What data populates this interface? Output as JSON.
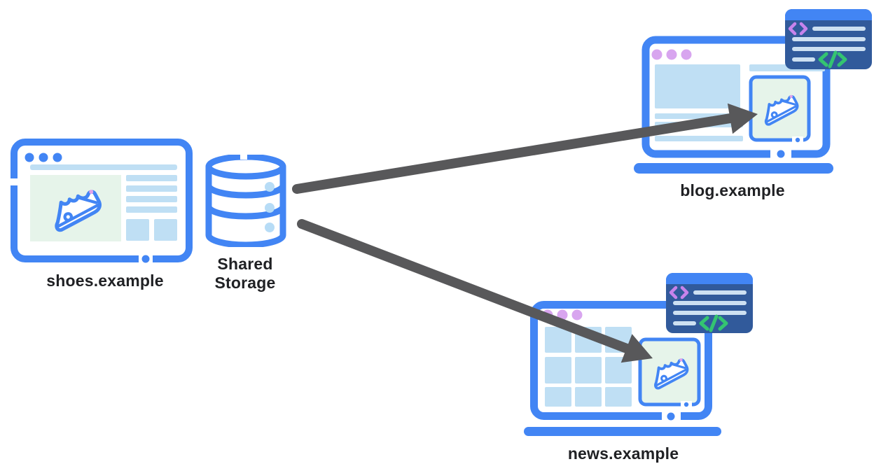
{
  "labels": {
    "publisher": "shoes.example",
    "storage_line1": "Shared",
    "storage_line2": "Storage",
    "blog": "blog.example",
    "news": "news.example"
  },
  "icons": {
    "database": "database-cylinder-icon",
    "sneaker": "sneaker-shoe-icon",
    "code_card": "code-snippet-icon",
    "window_dots": "window-control-dots",
    "arrow": "data-flow-arrow"
  },
  "arrows": [
    {
      "from": "Shared Storage",
      "to": "blog.example"
    },
    {
      "from": "Shared Storage",
      "to": "news.example"
    }
  ],
  "colors": {
    "frame_blue": "#4285f4",
    "content_blue": "#bfdff4",
    "green_fill": "#e6f4ea",
    "card_navy": "#315a9b",
    "card_line": "#cde0f2",
    "glyph_purple": "#c783ec",
    "glyph_green": "#34c471",
    "dot_purple": "#d8a5ef",
    "accent_pink": "#e2a3ea",
    "arrow_gray": "#58585a",
    "label_text": "#202124",
    "storage_dot": "#b7dcf6"
  }
}
